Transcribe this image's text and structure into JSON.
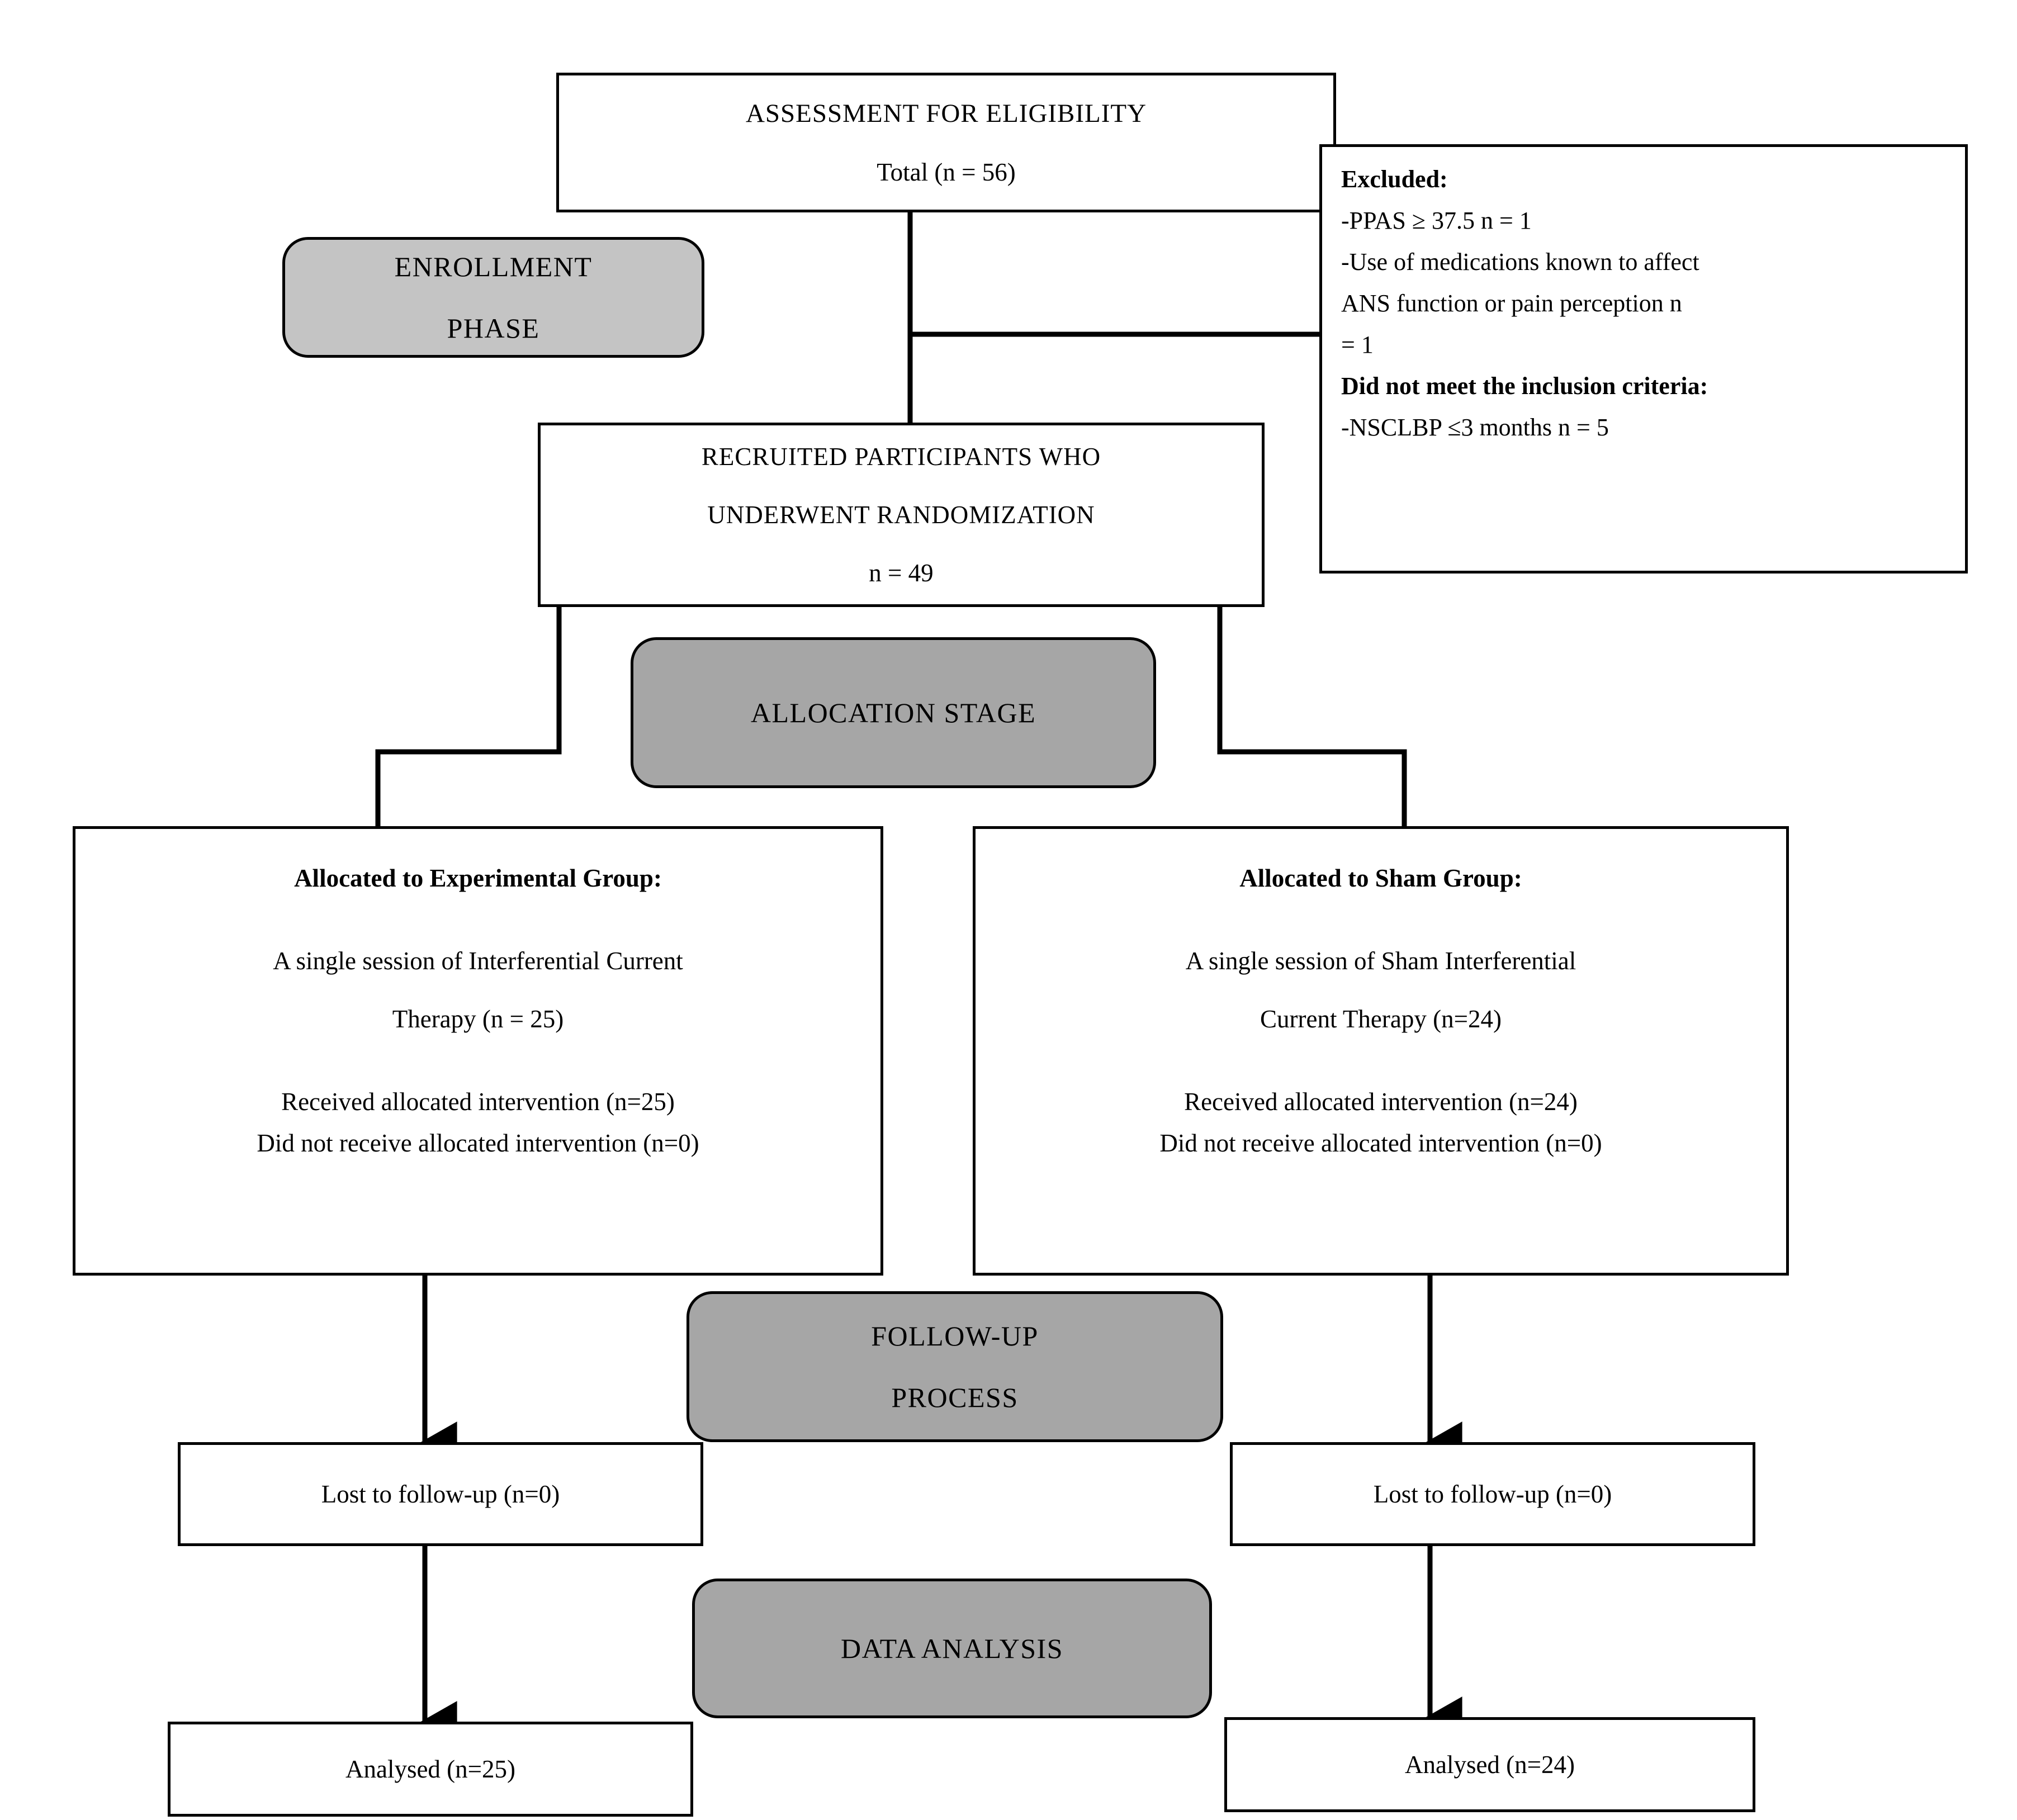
{
  "diagram": {
    "type": "consort-flow-diagram",
    "title": "CONSORT participant flow diagram",
    "colors": {
      "line": "#000000",
      "box_fill": "#ffffff",
      "stage_pill_light": "#c4c4c4",
      "stage_pill_dark": "#a6a6a6"
    }
  },
  "nodes": {
    "assessment": {
      "line1": "ASSESSMENT FOR ELIGIBILITY",
      "line2": "Total (n = 56)"
    },
    "enrollment_phase": {
      "line1": "ENROLLMENT",
      "line2": "PHASE"
    },
    "excluded": {
      "heading": "Excluded:",
      "item1": "-PPAS ≥ 37.5 n = 1",
      "item2a": "-Use of medications known to affect",
      "item2b": "ANS function or pain perception n",
      "item2c": "= 1",
      "subheading": "Did not meet the inclusion criteria:",
      "item3": "-NSCLBP ≤3 months    n = 5"
    },
    "randomized": {
      "line1": "RECRUITED PARTICIPANTS WHO",
      "line2": "UNDERWENT RANDOMIZATION",
      "line3": "n = 49"
    },
    "allocation_stage": {
      "label": "ALLOCATION STAGE"
    },
    "allocated_experimental": {
      "heading": "Allocated to Experimental Group:",
      "desc1": "A single session of Interferential Current",
      "desc2": "Therapy (n = 25)",
      "received": "Received allocated intervention (n=25)",
      "not_received": "Did not receive allocated intervention (n=0)"
    },
    "allocated_sham": {
      "heading": "Allocated to Sham Group:",
      "desc1": "A single session of Sham Interferential",
      "desc2": "Current Therapy (n=24)",
      "received": "Received allocated intervention (n=24)",
      "not_received": "Did not receive allocated intervention (n=0)"
    },
    "followup_stage": {
      "line1": "FOLLOW-UP",
      "line2": "PROCESS"
    },
    "lost_left": {
      "label": "Lost to follow-up (n=0)"
    },
    "lost_right": {
      "label": "Lost to follow-up (n=0)"
    },
    "data_analysis_stage": {
      "label": "DATA ANALYSIS"
    },
    "analysed_left": {
      "label": "Analysed (n=25)"
    },
    "analysed_right": {
      "label": "Analysed (n=24)"
    }
  },
  "chart_data": {
    "type": "table",
    "title": "CONSORT flow counts",
    "categories": [
      "Assessed for eligibility",
      "Excluded: PPAS ≥ 37.5",
      "Excluded: medication use affecting ANS/pain",
      "Excluded: NSCLBP ≤3 months",
      "Randomized",
      "Allocated to Experimental (IFC Therapy)",
      "Allocated to Sham (Sham IFC Therapy)",
      "Experimental received intervention",
      "Experimental did not receive intervention",
      "Sham received intervention",
      "Sham did not receive intervention",
      "Experimental lost to follow-up",
      "Sham lost to follow-up",
      "Experimental analysed",
      "Sham analysed"
    ],
    "values": [
      56,
      1,
      1,
      5,
      49,
      25,
      24,
      25,
      0,
      24,
      0,
      0,
      0,
      25,
      24
    ]
  }
}
